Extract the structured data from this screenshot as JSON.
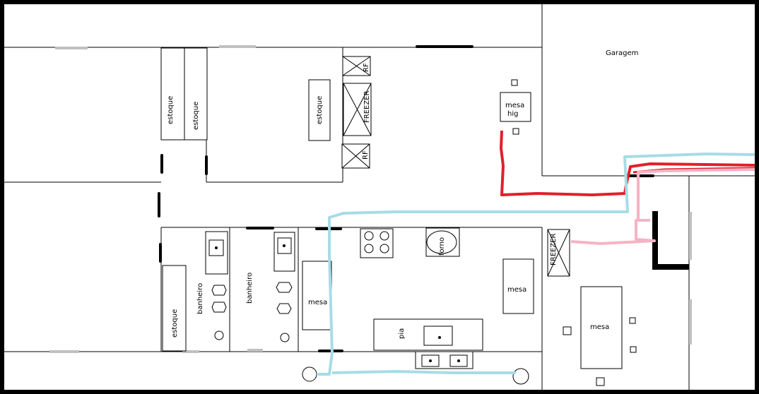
{
  "labels": {
    "garagem": "Garagem",
    "mesa_hig_1": "mesa",
    "mesa_hig_2": "hig",
    "estoque": "estoque",
    "freezer": "FREEZER",
    "rf": "RF",
    "banheiro": "banheiro",
    "mesa": "mesa",
    "pia": "pia",
    "forno": "forno"
  },
  "colors": {
    "background": "#ffffff",
    "frame": "#000000",
    "window": "#c0c0c0",
    "pipe_blue": "#a6dce6",
    "pipe_red": "#e0202a",
    "pipe_pink": "#f5b3c6"
  }
}
